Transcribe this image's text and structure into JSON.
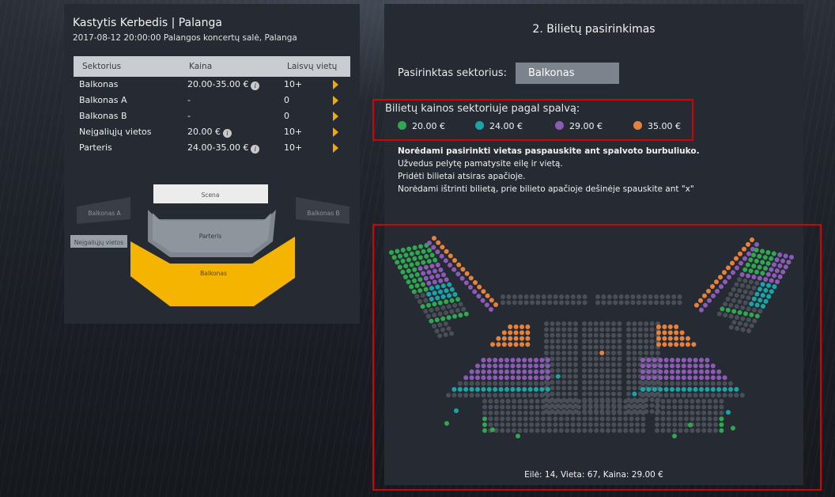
{
  "event": {
    "title": "Kastytis Kerbedis | Palanga",
    "info": "2017-08-12 20:00:00 Palangos koncertų salė, Palanga"
  },
  "table": {
    "headers": {
      "sector": "Sektorius",
      "price": "Kaina",
      "free": "Laisvų vietų"
    },
    "rows": [
      {
        "name": "Balkonas",
        "price": "20.00-35.00 €",
        "free": "10+",
        "has_info": true
      },
      {
        "name": "Balkonas A",
        "price": "-",
        "free": "0",
        "has_info": false
      },
      {
        "name": "Balkonas B",
        "price": "-",
        "free": "0",
        "has_info": false
      },
      {
        "name": "Neįgaliųjų vietos",
        "price": "20.00 €",
        "free": "10+",
        "has_info": true
      },
      {
        "name": "Parteris",
        "price": "24.00-35.00 €",
        "free": "10+",
        "has_info": true
      }
    ],
    "info_icon": "i",
    "arrow_color": "#f5a800"
  },
  "venue": {
    "scena": "Scena",
    "balkonas_a": "Balkonas A",
    "balkonas_b": "Balkonas B",
    "neigaliuju": "Neįgaliųjų vietos",
    "parteris": "Parteris",
    "balkonas": "Balkonas",
    "selected_color": "#f5b400"
  },
  "selection": {
    "step_title": "2. Bilietų pasirinkimas",
    "sector_label": "Pasirinktas sektorius:",
    "sector_value": "Balkonas",
    "price_title": "Bilietų kainos sektoriuje pagal spalvą:",
    "prices": [
      {
        "label": "20.00 €",
        "color": "#2fa84f"
      },
      {
        "label": "24.00 €",
        "color": "#17a5a8"
      },
      {
        "label": "29.00 €",
        "color": "#8b5bb7"
      },
      {
        "label": "35.00 €",
        "color": "#e8823a"
      }
    ],
    "instruction_bold": "Norėdami pasirinkti vietas paspauskite ant spalvoto burbuliuko.",
    "instructions": [
      "Užvedus pelytę pamatysite eilę ir vietą.",
      "Pridėti bilietai atsiras apačioje.",
      "Norėdami ištrinti bilietą, prie bilieto apačioje dešinėje spauskite ant \"x\""
    ],
    "hover_info": "Eilė: 14, Vieta: 67, Kaina: 29.00 €",
    "taken_seat_color": "#4a4f57"
  }
}
